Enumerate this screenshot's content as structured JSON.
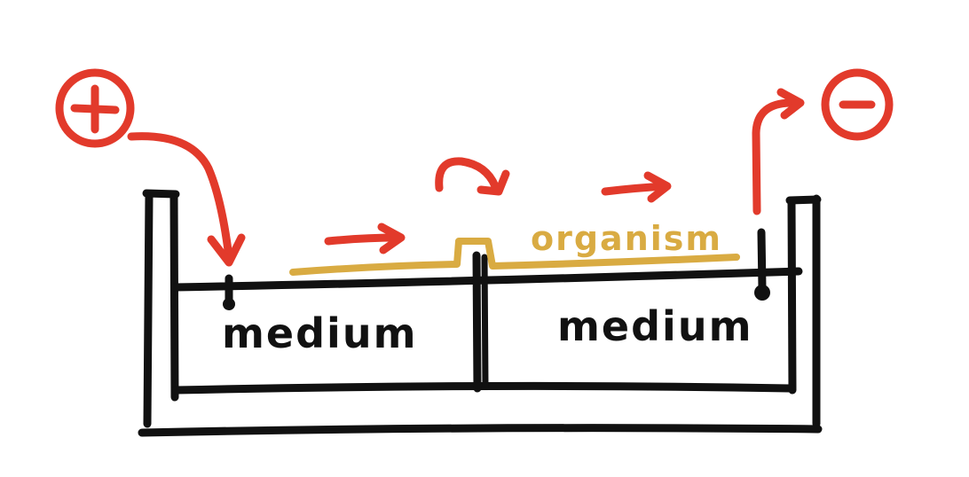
{
  "labels": {
    "positive": "+",
    "negative": "−",
    "organism": "organism",
    "left_medium": "medium",
    "right_medium": "medium"
  },
  "colors": {
    "ink": "#111111",
    "electrode": "#e23a2b",
    "organism": "#d9ab42",
    "background": "#ffffff"
  },
  "icons": {
    "positive_terminal": "plus-circle-icon",
    "negative_terminal": "minus-circle-icon",
    "current_arrow": "arrow-right-icon",
    "current_arc": "curved-arrow-icon"
  }
}
